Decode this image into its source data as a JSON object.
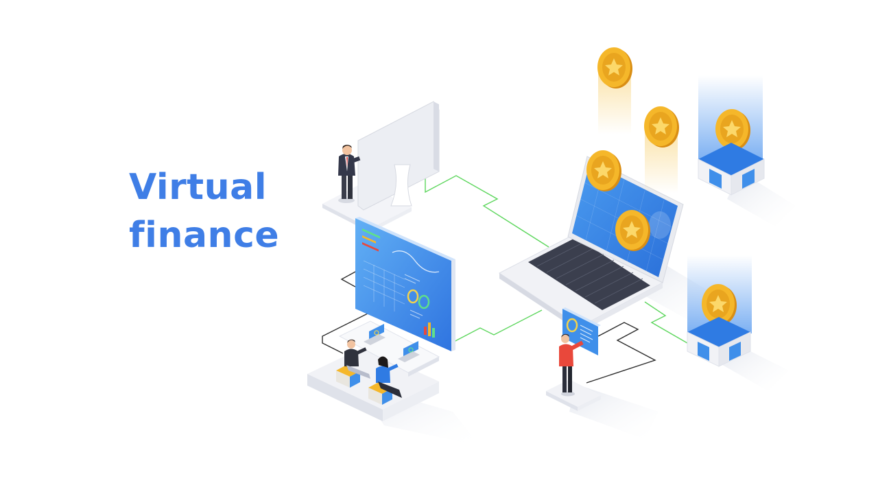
{
  "headline": {
    "line1": "Virtual",
    "line2": "finance"
  },
  "colors": {
    "headline": "#3f7ee6",
    "connector_green": "#5cd65c",
    "connector_dark": "#2b2b2b",
    "screen_blue": "#3f8fea",
    "coin_gold": "#f5b72a",
    "pedestal_blue": "#2f7be3",
    "shirt_orange": "#e9483b"
  },
  "illustration": {
    "objects": [
      "monitor-back",
      "analytics-dashboard-screen",
      "open-laptop",
      "floating-coins",
      "coin-pedestals",
      "businessman",
      "operators-at-desk",
      "presenter-with-tablet"
    ]
  }
}
